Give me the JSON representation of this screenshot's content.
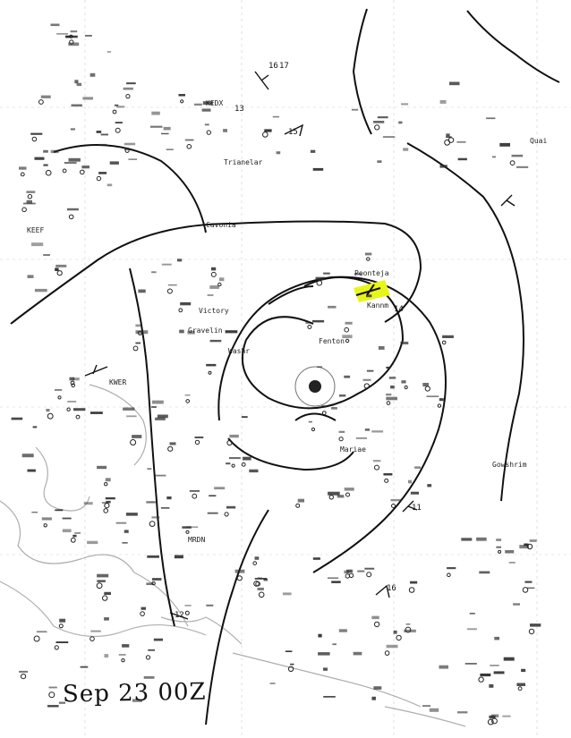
{
  "caption": "Sep 23 00Z",
  "ship_labels": [
    "KEDX",
    "Trianelar",
    "Cavonia",
    "Victory",
    "Peonteja",
    "Fenton",
    "Gravelin",
    "Washr",
    "Kannm",
    "Mariae",
    "Gowshrim",
    "Quai",
    "MRDN",
    "KWER",
    "KEEF"
  ],
  "isobar_labels": [
    "16",
    "17",
    "13",
    "14",
    "11",
    "15",
    "12",
    "16"
  ],
  "highlight_color": "#e8f51a"
}
